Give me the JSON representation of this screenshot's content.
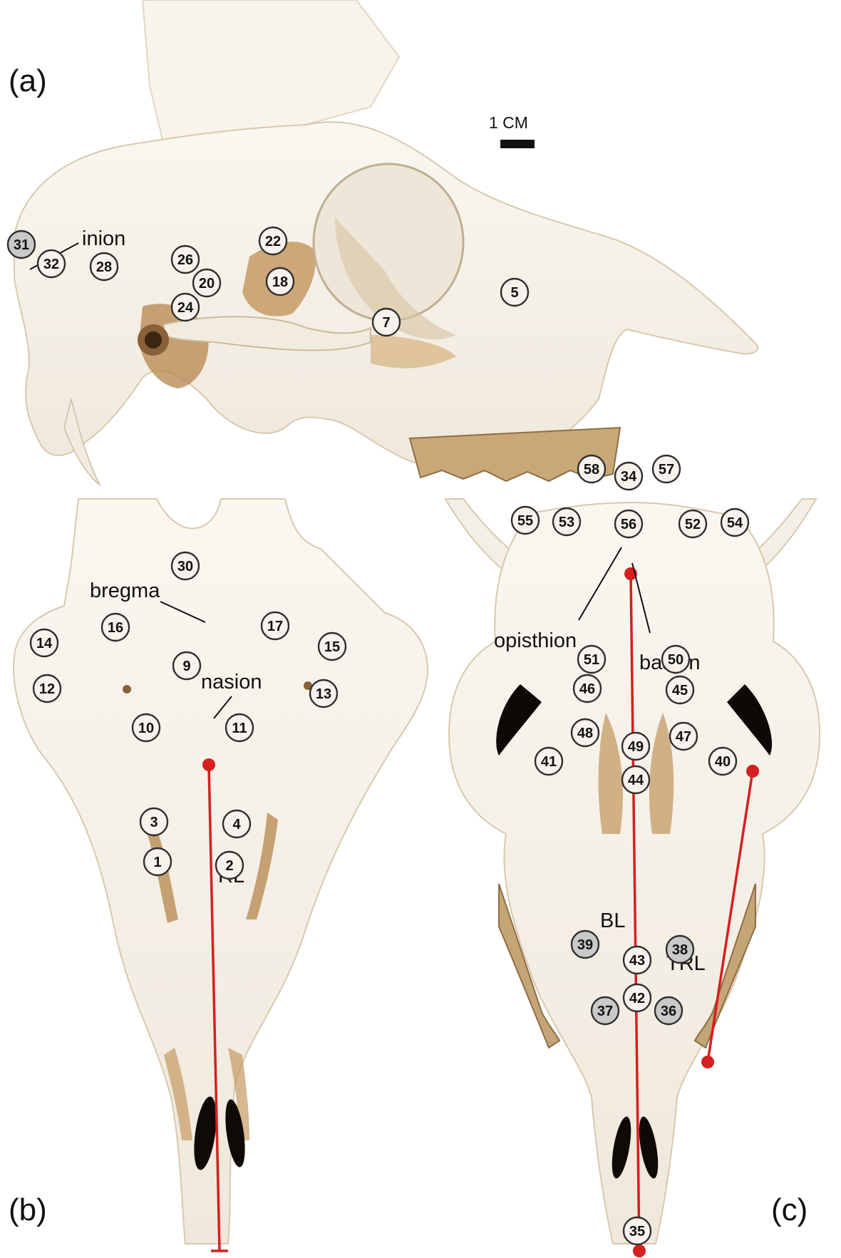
{
  "panels": {
    "a": {
      "label": "(a)"
    },
    "b": {
      "label": "(b)"
    },
    "c": {
      "label": "(c)"
    }
  },
  "scale_bar": {
    "label": "1 CM"
  },
  "terms": {
    "inion": "inion",
    "bregma": "bregma",
    "nasion": "nasion",
    "opisthion": "opisthion",
    "basion": "basion"
  },
  "measurements": {
    "RL": "RL",
    "BL": "BL",
    "TRL": "TRL"
  },
  "colors": {
    "bone": "#f4efe6",
    "shadow": "#c49a62",
    "measurement_line": "#d61f1f",
    "landmark_circle": "#f7f3ec"
  },
  "landmarks": {
    "a": [
      "31",
      "32",
      "28",
      "26",
      "22",
      "20",
      "18",
      "24",
      "5",
      "7"
    ],
    "b": [
      "30",
      "16",
      "17",
      "14",
      "15",
      "9",
      "12",
      "13",
      "10",
      "11",
      "3",
      "4",
      "1",
      "2"
    ],
    "c": [
      "58",
      "34",
      "57",
      "55",
      "53",
      "56",
      "52",
      "54",
      "51",
      "50",
      "46",
      "45",
      "48",
      "47",
      "49",
      "41",
      "40",
      "44",
      "39",
      "38",
      "43",
      "42",
      "37",
      "36",
      "35"
    ]
  }
}
